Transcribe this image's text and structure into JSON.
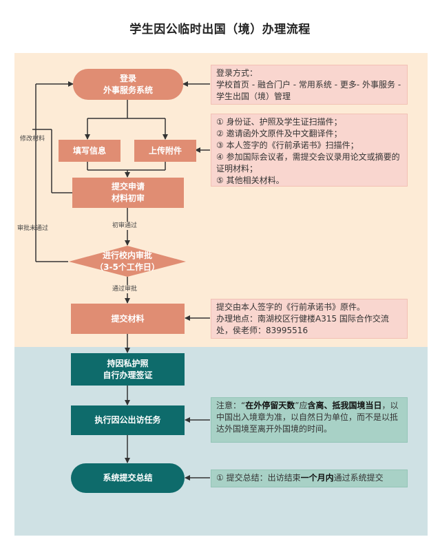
{
  "title": "学生因公临时出国（境）办理流程",
  "nodes": {
    "login": "登录\n外事服务系统",
    "fill_info": "填写信息",
    "upload": "上传附件",
    "submit_review": "提交申请\n材料初审",
    "school_review": "进行校内审批\n（3-5个工作日）",
    "submit_materials": "提交材料",
    "passport_visa": "持因私护照\n自行办理签证",
    "execute_task": "执行因公出访任务",
    "summary": "系统提交总结"
  },
  "edge_labels": {
    "revise": "修改材料",
    "rejected": "审批未通过",
    "initial_pass": "初审通过",
    "approved": "通过审批"
  },
  "notes": {
    "login_method": "登录方式：\n学校首页 - 融合门户 - 常用系统 - 更多- 外事服务 - 学生出国（境）管理",
    "attachments": [
      "① 身份证、护照及学生证扫描件；",
      "② 邀请函外文原件及中文翻译件；",
      "③ 本人签字的《行前承诺书》扫描件；",
      "④ 参加国际会议者，需提交会议录用论文或摘要的证明材料；",
      "⑤ 其他相关材料。"
    ],
    "submit_info": "提交由本人签字的《行前承诺书》原件。\n办理地点：南湖校区行健楼A315 国际合作交流处，侯老师：83995516",
    "stay_notice": {
      "p1": "注意：“",
      "b1": "在外停留天数",
      "p2": "”应",
      "b2": "含离、抵我国境当日",
      "p3": "，以中国出入境章为准，以自然日为单位，而不是以抵达外国境至离开外国境的时间。"
    },
    "summary_notice": {
      "p1": "① 提交总结：出访结束",
      "b1": "一个月内",
      "p2": "通过系统提交"
    }
  },
  "colors": {
    "top_background": "#fdebd6",
    "bottom_background": "#cfe1e4",
    "salmon_node": "#e08d73",
    "teal_node": "#0e6b6b",
    "pink_note": "#f9d6cf",
    "green_note": "#a8d1c6"
  }
}
